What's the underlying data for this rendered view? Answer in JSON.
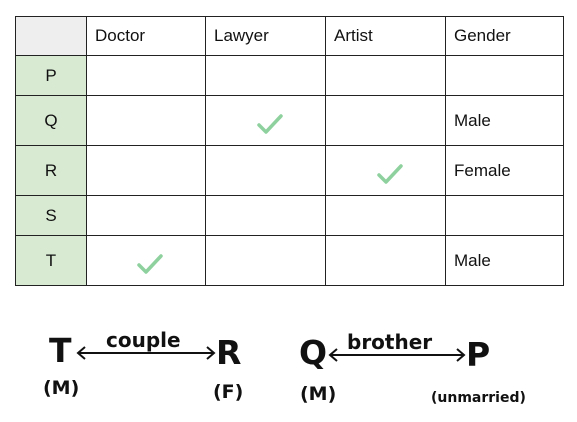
{
  "table": {
    "columns": [
      "",
      "Doctor",
      "Lawyer",
      "Artist",
      "Gender"
    ],
    "rows": [
      {
        "label": "P",
        "doctor": false,
        "lawyer": false,
        "artist": false,
        "gender": ""
      },
      {
        "label": "Q",
        "doctor": false,
        "lawyer": true,
        "artist": false,
        "gender": "Male"
      },
      {
        "label": "R",
        "doctor": false,
        "lawyer": false,
        "artist": true,
        "gender": "Female"
      },
      {
        "label": "S",
        "doctor": false,
        "lawyer": false,
        "artist": false,
        "gender": ""
      },
      {
        "label": "T",
        "doctor": true,
        "lawyer": false,
        "artist": false,
        "gender": "Male"
      }
    ],
    "check_icon": "check-icon",
    "check_color": "#8fd19e",
    "row_label_bg": "#d9ead3"
  },
  "relations": [
    {
      "from": "T",
      "from_tag": "(M)",
      "label": "couple",
      "to": "R",
      "to_tag": "(F)"
    },
    {
      "from": "Q",
      "from_tag": "(M)",
      "label": "brother",
      "to": "P",
      "to_tag": "(unmarried)"
    }
  ]
}
